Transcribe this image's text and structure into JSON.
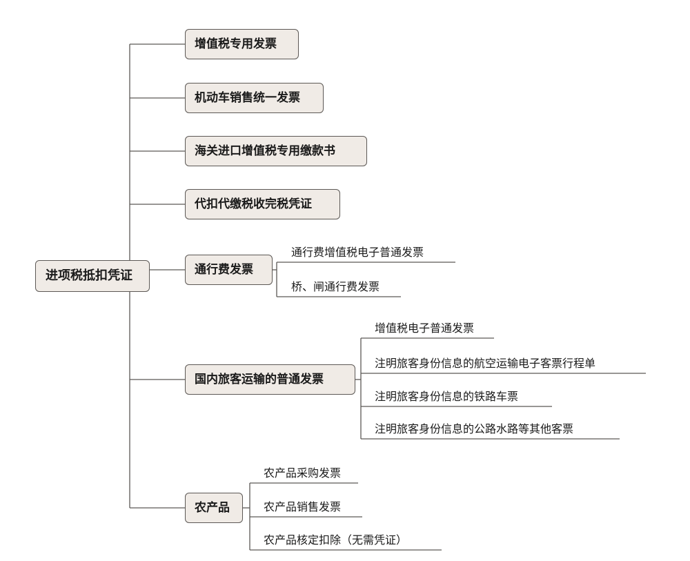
{
  "root": {
    "label": "进项税抵扣凭证"
  },
  "branches": [
    {
      "label": "增值税专用发票",
      "children": []
    },
    {
      "label": "机动车销售统一发票",
      "children": []
    },
    {
      "label": "海关进口增值税专用缴款书",
      "children": []
    },
    {
      "label": "代扣代缴税收完税凭证",
      "children": []
    },
    {
      "label": "通行费发票",
      "children": [
        "通行费增值税电子普通发票",
        "桥、闸通行费发票"
      ]
    },
    {
      "label": "国内旅客运输的普通发票",
      "children": [
        "增值税电子普通发票",
        "注明旅客身份信息的航空运输电子客票行程单",
        "注明旅客身份信息的铁路车票",
        "注明旅客身份信息的公路水路等其他客票"
      ]
    },
    {
      "label": "农产品",
      "children": [
        "农产品采购发票",
        "农产品销售发票",
        "农产品核定扣除（无需凭证）"
      ]
    }
  ],
  "colors": {
    "line": "#5b5754",
    "node_fill": "#f0ebe6",
    "node_border": "#5b5754"
  }
}
